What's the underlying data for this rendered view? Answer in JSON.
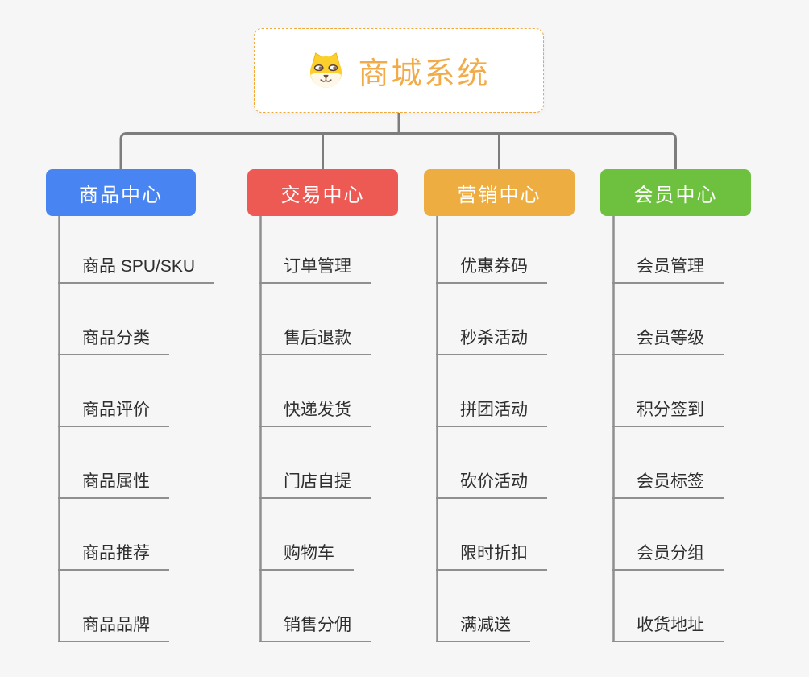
{
  "root": {
    "title": "商城系统",
    "icon": "doge-face-icon",
    "title_color": "#f1ac49",
    "border_color": "#f0a73b"
  },
  "branches": [
    {
      "label": "商品中心",
      "color": "#4885f2",
      "children": [
        "商品 SPU/SKU",
        "商品分类",
        "商品评价",
        "商品属性",
        "商品推荐",
        "商品品牌"
      ]
    },
    {
      "label": "交易中心",
      "color": "#ed5a54",
      "children": [
        "订单管理",
        "售后退款",
        "快递发货",
        "门店自提",
        "购物车",
        "销售分佣"
      ]
    },
    {
      "label": "营销中心",
      "color": "#eead40",
      "children": [
        "优惠券码",
        "秒杀活动",
        "拼团活动",
        "砍价活动",
        "限时折扣",
        "满减送"
      ]
    },
    {
      "label": "会员中心",
      "color": "#6dc13f",
      "children": [
        "会员管理",
        "会员等级",
        "积分签到",
        "会员标签",
        "会员分组",
        "收货地址"
      ]
    }
  ],
  "colors": {
    "background": "#f6f6f6",
    "top_connector": "#7d7d7d",
    "trunk_and_underline": "#8f8f8f",
    "leaf_text": "#2e2e2e"
  }
}
